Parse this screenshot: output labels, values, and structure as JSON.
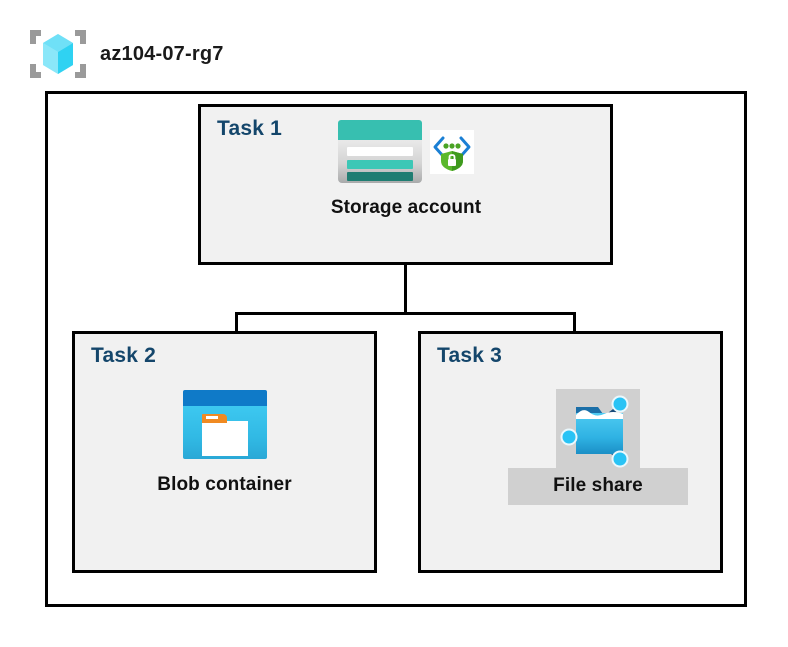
{
  "header": {
    "resource_group_name": "az104-07-rg7",
    "icon": "resource-group-icon"
  },
  "diagram": {
    "type": "hierarchy",
    "root": {
      "task_label": "Task 1",
      "node_label": "Storage account",
      "icons": [
        "storage-account-icon",
        "secure-endpoint-icon"
      ]
    },
    "children": [
      {
        "task_label": "Task 2",
        "node_label": "Blob container",
        "icons": [
          "blob-container-icon"
        ]
      },
      {
        "task_label": "Task 3",
        "node_label": "File share",
        "icons": [
          "file-share-icon"
        ]
      }
    ]
  },
  "colors": {
    "task_label": "#14466b",
    "box_fill": "#f1f1f1",
    "box_border": "#000000",
    "storage_accent": "#37bfb0",
    "blob_accent": "#0f7ac8",
    "fileshare_accent": "#29c3f5",
    "shield_green": "#4aa324",
    "cube_blue": "#78e0f7",
    "caption_shade": "#d0d0d0"
  }
}
